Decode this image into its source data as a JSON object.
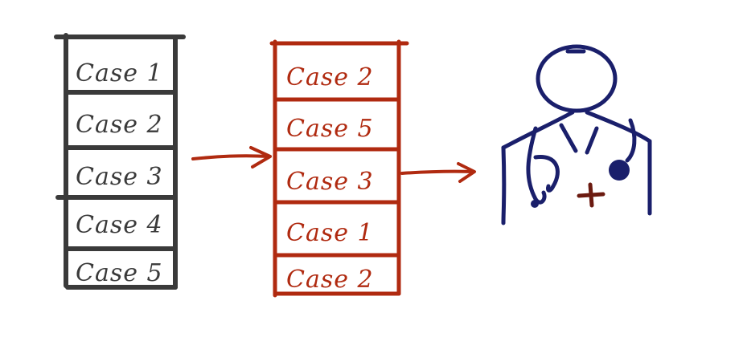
{
  "colors": {
    "left_stack": "#3a3a3a",
    "right_stack": "#b02a10",
    "arrow": "#b02a10",
    "doctor": "#1a1f6b",
    "doctor_cross": "#6b1a10",
    "background": "#ffffff"
  },
  "left_stack": {
    "items": [
      "Case 1",
      "Case 2",
      "Case 3",
      "Case 4",
      "Case 5"
    ]
  },
  "right_stack": {
    "items": [
      "Case 2",
      "Case 5",
      "Case 3",
      "Case 1",
      "Case 2"
    ]
  },
  "doctor": {
    "icon": "doctor-icon"
  }
}
